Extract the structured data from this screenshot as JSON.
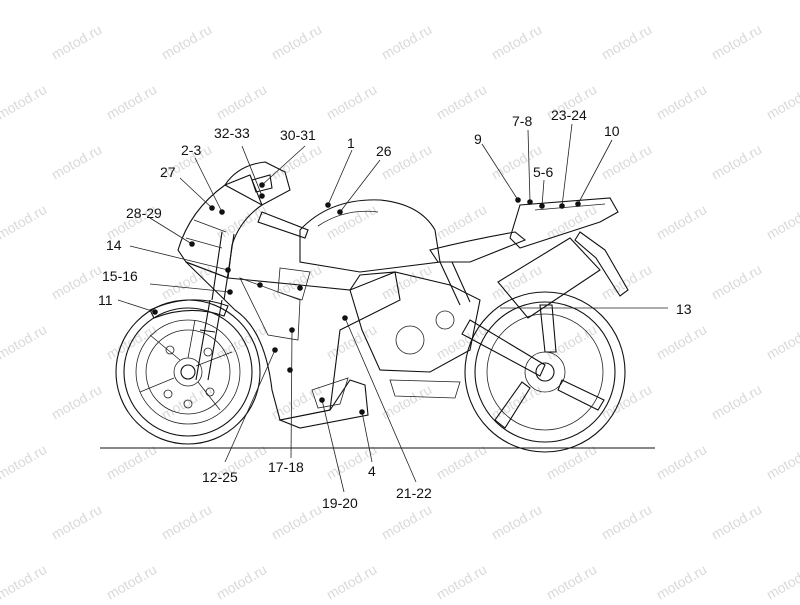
{
  "watermark": "motod.ru",
  "labels": [
    {
      "id": "1",
      "text": "1"
    },
    {
      "id": "2-3",
      "text": "2-3"
    },
    {
      "id": "4",
      "text": "4"
    },
    {
      "id": "5-6",
      "text": "5-6"
    },
    {
      "id": "7-8",
      "text": "7-8"
    },
    {
      "id": "9",
      "text": "9"
    },
    {
      "id": "10",
      "text": "10"
    },
    {
      "id": "11",
      "text": "11"
    },
    {
      "id": "12-25",
      "text": "12-25"
    },
    {
      "id": "13",
      "text": "13"
    },
    {
      "id": "14",
      "text": "14"
    },
    {
      "id": "15-16",
      "text": "15-16"
    },
    {
      "id": "17-18",
      "text": "17-18"
    },
    {
      "id": "19-20",
      "text": "19-20"
    },
    {
      "id": "21-22",
      "text": "21-22"
    },
    {
      "id": "23-24",
      "text": "23-24"
    },
    {
      "id": "26",
      "text": "26"
    },
    {
      "id": "27",
      "text": "27"
    },
    {
      "id": "28-29",
      "text": "28-29"
    },
    {
      "id": "30-31",
      "text": "30-31"
    },
    {
      "id": "32-33",
      "text": "32-33"
    }
  ]
}
